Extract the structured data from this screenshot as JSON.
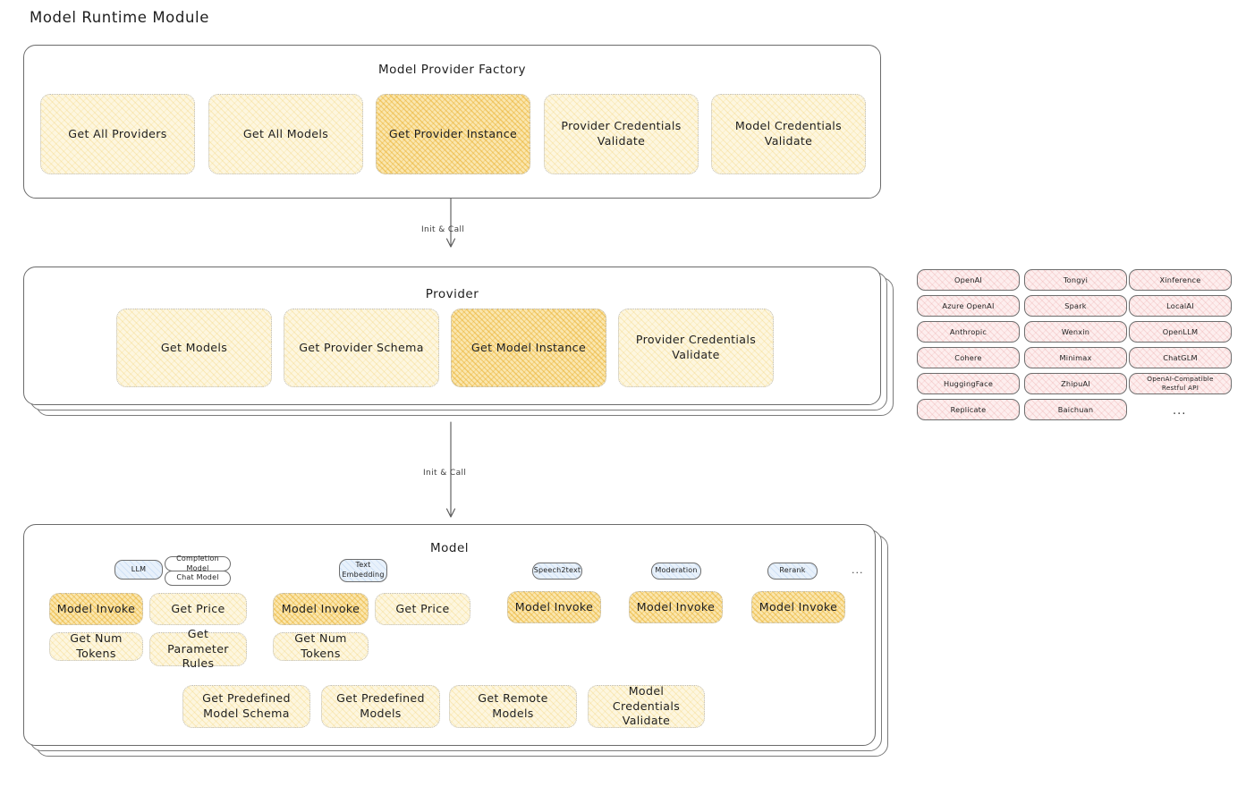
{
  "page": {
    "title": "Model Runtime Module",
    "accent_yellow_light": "#fdf6df",
    "accent_yellow_dark": "#fae6ae",
    "accent_pink": "#fdeeee",
    "accent_blue": "#e8f1fb",
    "stroke": "#6b6b6b"
  },
  "factory": {
    "title": "Model Provider Factory",
    "nodes": [
      {
        "label": "Get All Providers",
        "highlighted": false
      },
      {
        "label": "Get All Models",
        "highlighted": false
      },
      {
        "label": "Get Provider Instance",
        "highlighted": true
      },
      {
        "label": "Provider Credentials Validate",
        "highlighted": false
      },
      {
        "label": "Model Credentials Validate",
        "highlighted": false
      }
    ]
  },
  "connector_1": {
    "label": "Init & Call"
  },
  "provider": {
    "title": "Provider",
    "nodes": [
      {
        "label": "Get Models",
        "highlighted": false
      },
      {
        "label": "Get Provider Schema",
        "highlighted": false
      },
      {
        "label": "Get Model Instance",
        "highlighted": true
      },
      {
        "label": "Provider Credentials Validate",
        "highlighted": false
      }
    ]
  },
  "connector_2": {
    "label": "Init & Call"
  },
  "provider_list": {
    "ellipsis": "...",
    "columns": [
      [
        "OpenAI",
        "Azure OpenAI",
        "Anthropic",
        "Cohere",
        "HuggingFace",
        "Replicate"
      ],
      [
        "Tongyi",
        "Spark",
        "Wenxin",
        "Minimax",
        "ZhipuAI",
        "Baichuan"
      ],
      [
        "Xinference",
        "LocalAI",
        "OpenLLM",
        "ChatGLM",
        "OpenAI-Compatible Restful API"
      ]
    ]
  },
  "model": {
    "title": "Model",
    "ellipsis": "...",
    "types": [
      {
        "badge": "LLM",
        "sub_badges": [
          "Completion Model",
          "Chat Model"
        ],
        "methods": [
          {
            "label": "Model Invoke",
            "highlighted": true
          },
          {
            "label": "Get Price",
            "highlighted": false
          },
          {
            "label": "Get Num Tokens",
            "highlighted": false
          },
          {
            "label": "Get Parameter Rules",
            "highlighted": false
          }
        ]
      },
      {
        "badge": "Text Embedding",
        "sub_badges": [],
        "methods": [
          {
            "label": "Model Invoke",
            "highlighted": true
          },
          {
            "label": "Get Price",
            "highlighted": false
          },
          {
            "label": "Get Num Tokens",
            "highlighted": false
          }
        ]
      },
      {
        "badge": "Speech2text",
        "sub_badges": [],
        "methods": [
          {
            "label": "Model Invoke",
            "highlighted": false
          }
        ]
      },
      {
        "badge": "Moderation",
        "sub_badges": [],
        "methods": [
          {
            "label": "Model Invoke",
            "highlighted": false
          }
        ]
      },
      {
        "badge": "Rerank",
        "sub_badges": [],
        "methods": [
          {
            "label": "Model Invoke",
            "highlighted": false
          }
        ]
      }
    ],
    "shared_methods": [
      "Get Predefined Model Schema",
      "Get Predefined Models",
      "Get Remote Models",
      "Model Credentials Validate"
    ]
  }
}
